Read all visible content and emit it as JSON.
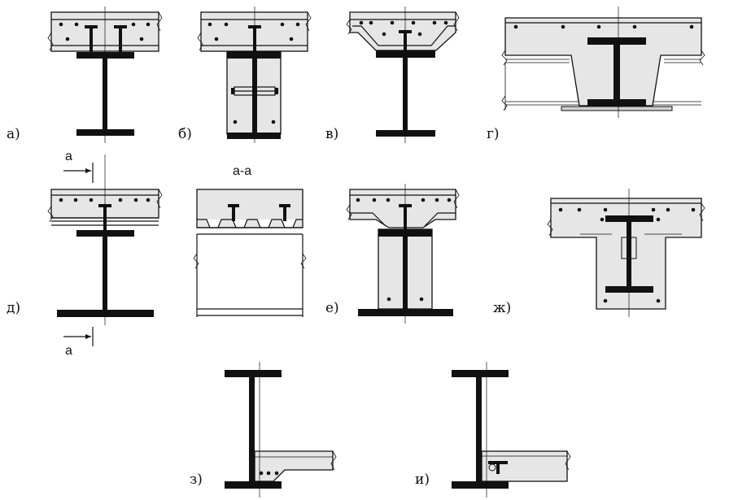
{
  "figure": {
    "labels": {
      "a": "а)",
      "b": "б)",
      "v": "в)",
      "g": "г)",
      "d": "д)",
      "e": "е)",
      "zh": "ж)",
      "z": "з)",
      "i": "и)"
    },
    "section_title": "а-а",
    "cut_marks": [
      "а",
      "а"
    ]
  }
}
